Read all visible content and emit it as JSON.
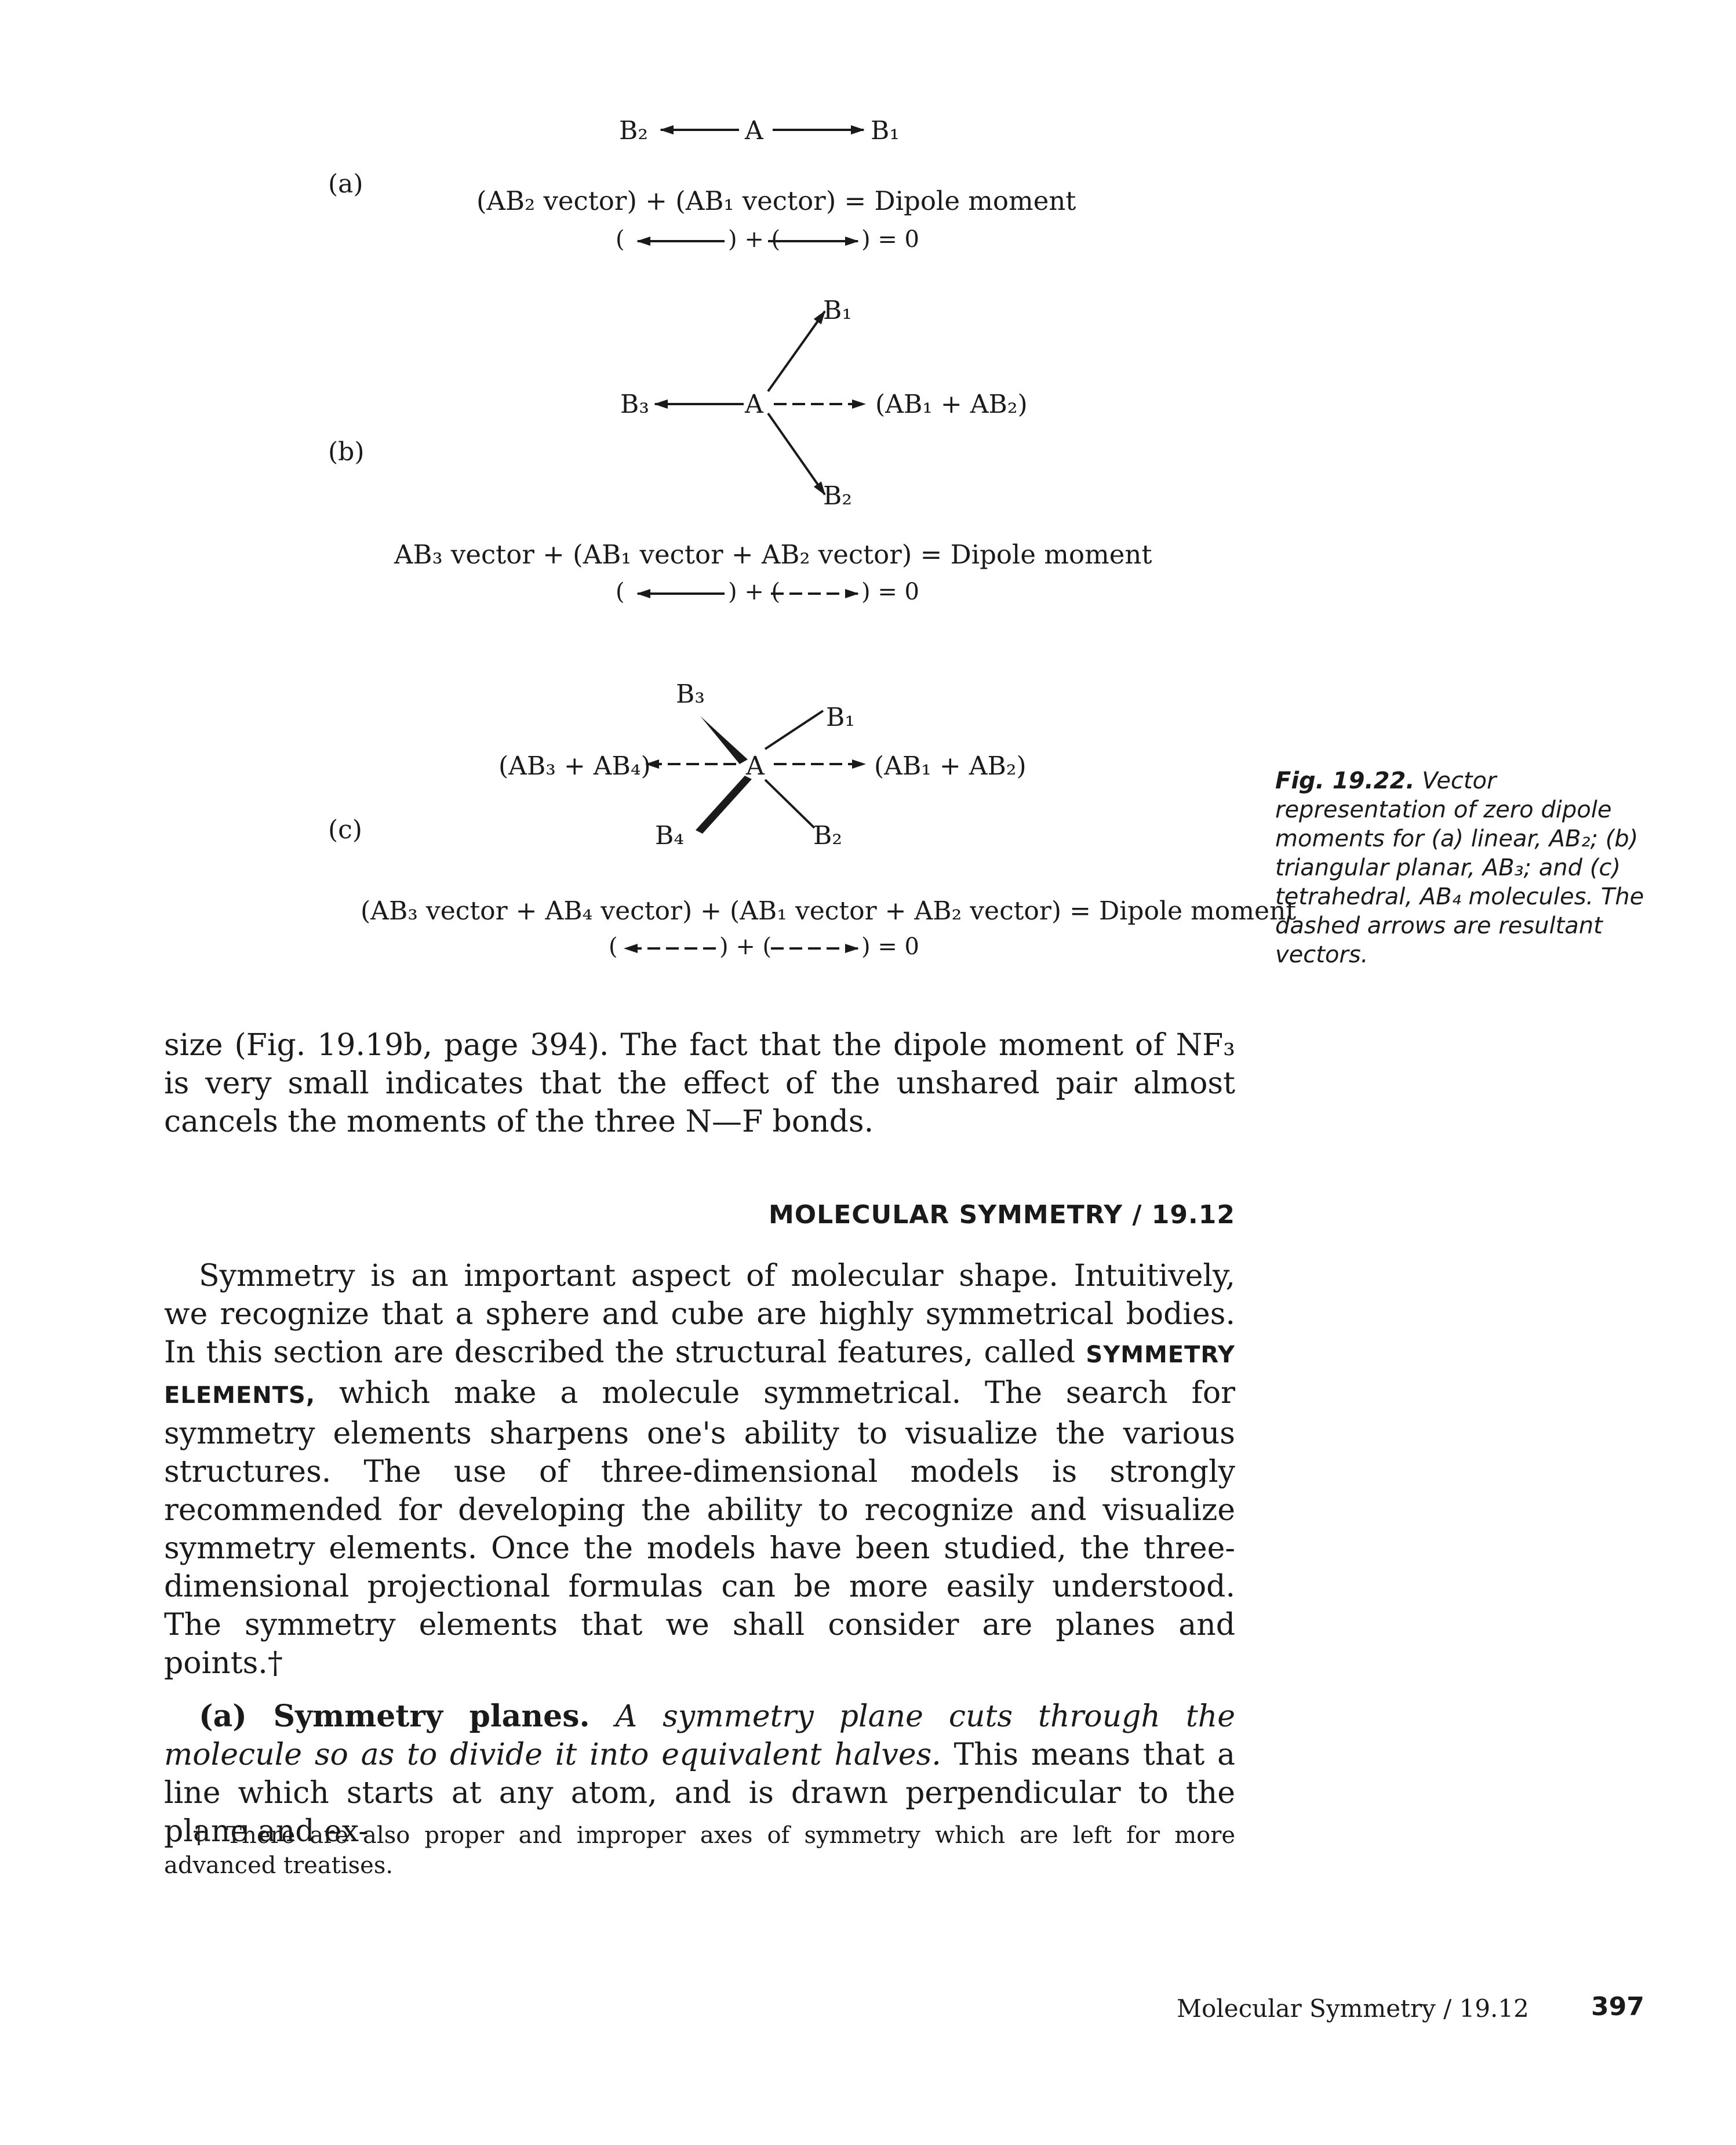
{
  "figure": {
    "a": {
      "label": "(a)",
      "atom_left": "B₂",
      "atom_center": "A",
      "atom_right": "B₁",
      "equation": "(AB₂ vector) + (AB₁ vector) = Dipole moment",
      "equation2_open": "(",
      "equation2_mid": ") + (",
      "equation2_end": ") = 0"
    },
    "b": {
      "label": "(b)",
      "atom_b1": "B₁",
      "atom_b2": "B₂",
      "atom_b3": "B₃",
      "atom_center": "A",
      "resultant": "(AB₁ + AB₂)",
      "equation": "AB₃ vector + (AB₁ vector + AB₂ vector) = Dipole moment",
      "equation2_open": "(",
      "equation2_mid": ") + (",
      "equation2_end": ") = 0"
    },
    "c": {
      "label": "(c)",
      "atom_b1": "B₁",
      "atom_b2": "B₂",
      "atom_b3": "B₃",
      "atom_b4": "B₄",
      "atom_center": "A",
      "resultant_left": "(AB₃ + AB₄)",
      "resultant_right": "(AB₁ + AB₂)",
      "equation": "(AB₃ vector + AB₄ vector) + (AB₁ vector + AB₂ vector) = Dipole moment",
      "equation2_open": "(",
      "equation2_mid": ") + (",
      "equation2_end": ") = 0"
    }
  },
  "caption": {
    "fig_num": "Fig. 19.22.",
    "text": " Vector representation of zero dipole moments for (a) linear, AB₂; (b) triangular planar, AB₃; and (c) tetrahedral, AB₄ molecules. The dashed arrows are resultant vectors."
  },
  "body": {
    "para1": "size (Fig. 19.19b, page 394). The fact that the dipole moment of NF₃ is very small indicates that the effect of the unshared pair almost cancels the moments of the three N—F bonds.",
    "section_heading": "MOLECULAR SYMMETRY / 19.12",
    "para2_a": "Symmetry is an important aspect of molecular shape. Intuitively, we recognize that a sphere and cube are highly symmetrical bodies. In this section are described the structural features, called ",
    "para2_sc": "SYMMETRY ELEMENTS,",
    "para2_b": " which make a molecule symmetrical. The search for symmetry elements sharpens one's ability to visualize the various structures. The use of three-dimensional models is strongly recommended for developing the ability to recognize and visualize symmetry elements. Once the models have been studied, the three-dimensional projectional formulas can be more easily understood. The symmetry elements that we shall consider are planes and points.†",
    "para3_head": "(a) Symmetry planes.",
    "para3_ital": " A symmetry plane cuts through the molecule so as to divide it into equivalent halves.",
    "para3_rest": " This means that a line which starts at any atom, and is drawn perpendicular to the plane and ex-"
  },
  "footnote": "† There are also proper and improper axes of symmetry which are left for more advanced treatises.",
  "running_foot": "Molecular Symmetry / 19.12",
  "page_number": "397"
}
